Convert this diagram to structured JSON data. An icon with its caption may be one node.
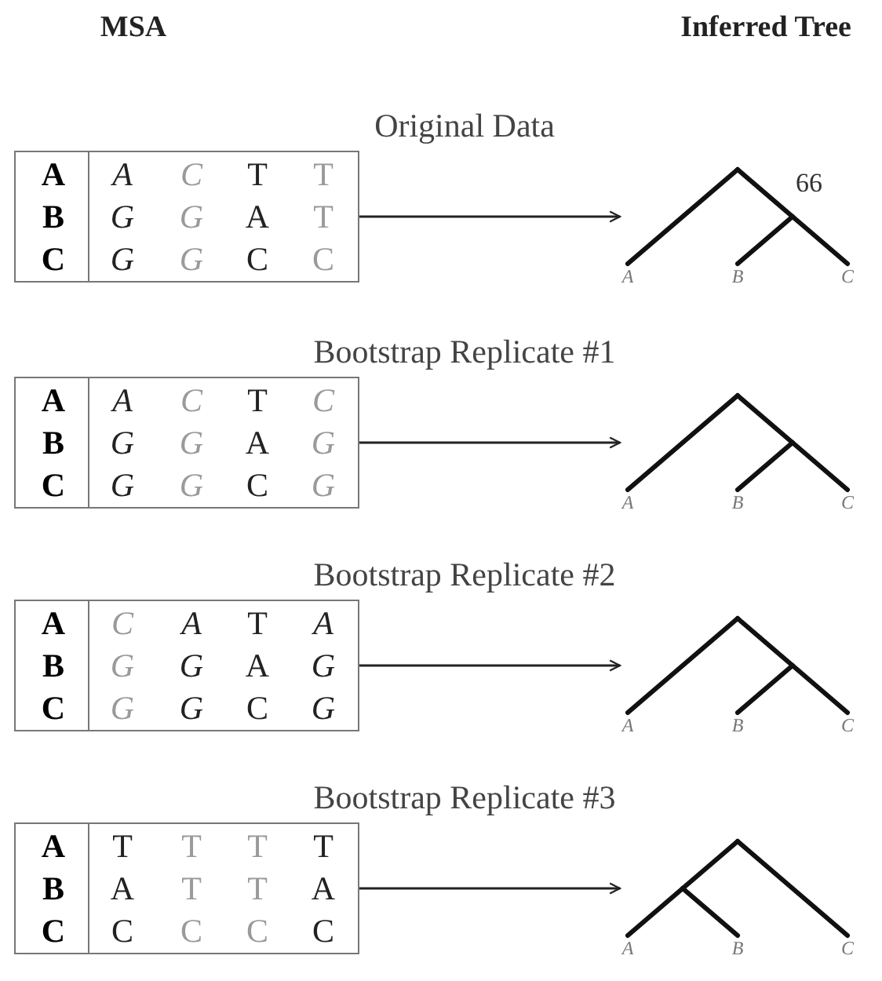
{
  "diagram": {
    "nodes": [
      {
        "text": [
          "A",
          "A",
          "C",
          "T",
          "T",
          "B",
          "G",
          "G",
          "A",
          "T",
          "C",
          "G",
          "G",
          "C",
          "C"
        ]
      },
      {
        "text": [
          "66",
          "A",
          "B",
          "C"
        ]
      },
      {
        "text": [
          "A",
          "A",
          "C",
          "T",
          "C",
          "B",
          "G",
          "G",
          "A",
          "G",
          "C",
          "G",
          "G",
          "C",
          "G"
        ]
      },
      {
        "text": [
          "A",
          "B",
          "C"
        ]
      },
      {
        "text": [
          "A",
          "C",
          "A",
          "T",
          "A",
          "B",
          "G",
          "G",
          "A",
          "G",
          "C",
          "G",
          "G",
          "C",
          "G"
        ]
      },
      {
        "text": [
          "A",
          "B",
          "C"
        ]
      },
      {
        "text": [
          "A",
          "T",
          "T",
          "T",
          "T",
          "B",
          "A",
          "T",
          "T",
          "A",
          "C",
          "C",
          "C",
          "C",
          "C"
        ]
      },
      {
        "text": [
          "A",
          "B",
          "C"
        ]
      }
    ],
    "edges": [
      {
        "from": 0,
        "to": 1,
        "arrow": "to"
      },
      {
        "from": 2,
        "to": 3,
        "arrow": "to"
      },
      {
        "from": 4,
        "to": 5,
        "arrow": "to"
      },
      {
        "from": 6,
        "to": 7,
        "arrow": "to"
      }
    ],
    "labels": [
      "MSA",
      "Inferred Tree",
      "Original Data",
      "Bootstrap Replicate #1",
      "Bootstrap Replicate #2",
      "Bootstrap Replicate #3"
    ]
  }
}
